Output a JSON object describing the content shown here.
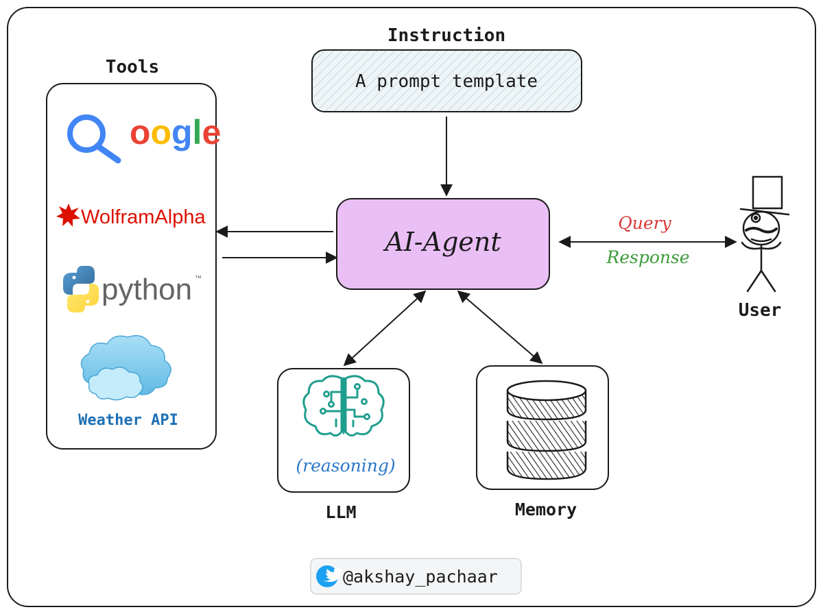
{
  "labels": {
    "instruction": "Instruction",
    "prompt_template": "A prompt template",
    "tools": "Tools",
    "agent": "AI-Agent",
    "query": "Query",
    "response": "Response",
    "user": "User",
    "llm": "LLM",
    "reasoning": "(reasoning)",
    "memory": "Memory",
    "handle": "@akshay_pachaar"
  },
  "tools": {
    "google": {
      "letters": [
        "G",
        "o",
        "o",
        "g",
        "l",
        "e"
      ],
      "colors": [
        "#4285F4",
        "#EA4335",
        "#FBBC05",
        "#4285F4",
        "#34A853",
        "#EA4335"
      ]
    },
    "wolfram": {
      "text": "WolframAlpha",
      "color": "#DD1100"
    },
    "python": {
      "text": "python",
      "trademark": "™"
    },
    "weather": {
      "text": "Weather API"
    }
  },
  "colors": {
    "agent_fill": "#EABFF5",
    "template_fill": "#E8F1F4",
    "query": "#D93B3B",
    "response": "#3C9A3A",
    "weather_text": "#1E6FB5",
    "reasoning": "#2A77C9",
    "llm_icon": "#1F9E8E",
    "twitter": "#1DA1F2"
  }
}
